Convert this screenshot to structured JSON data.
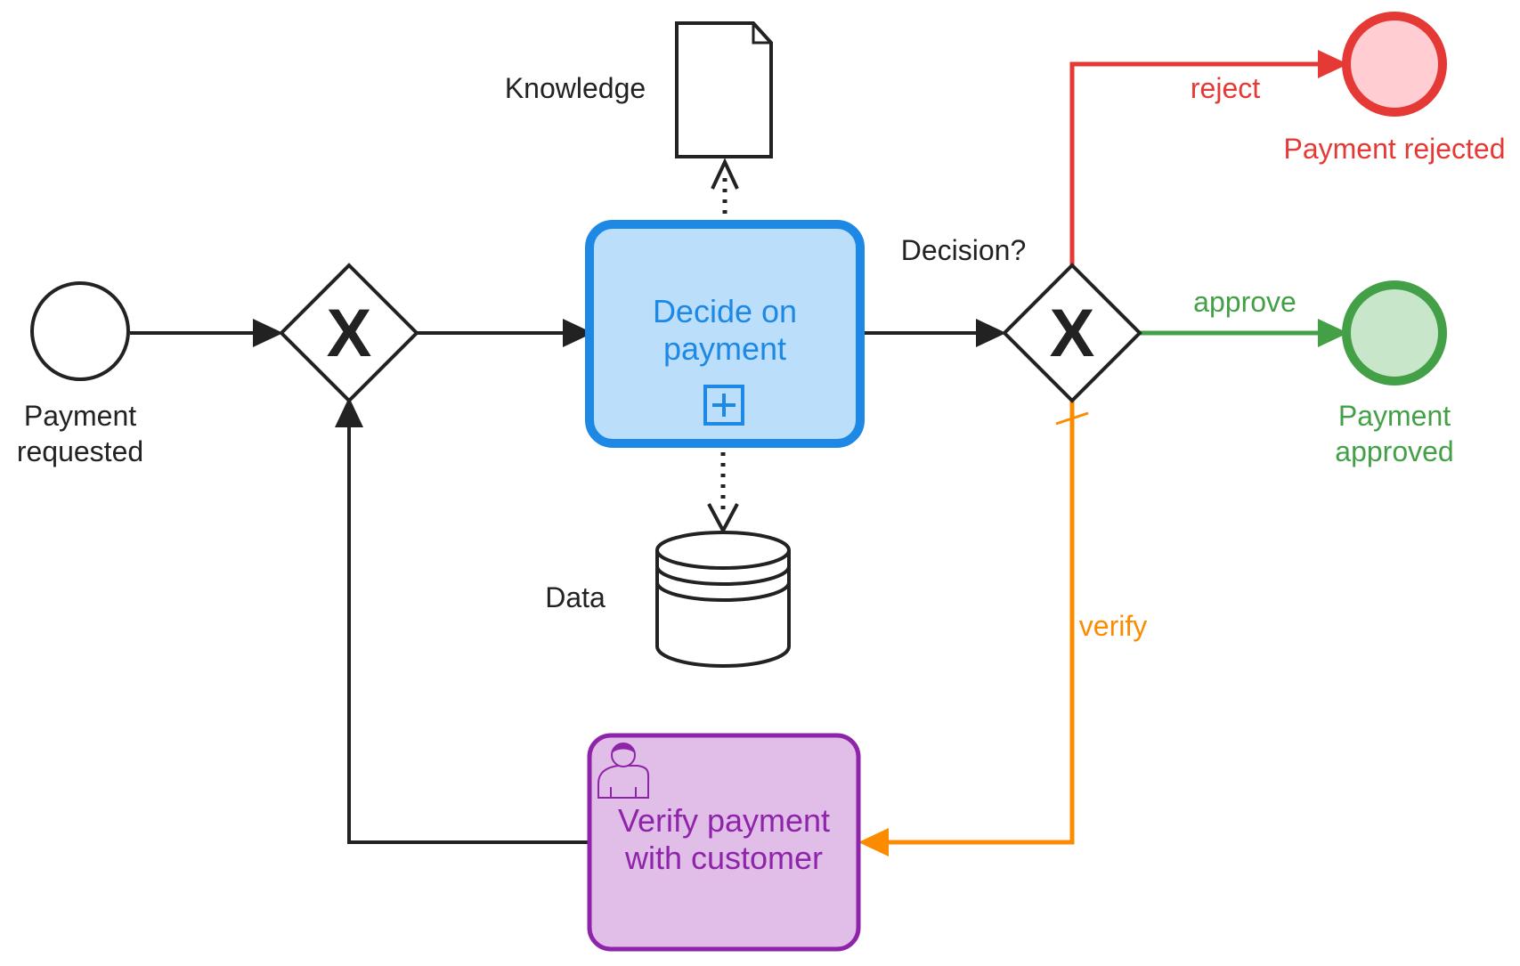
{
  "diagram": {
    "start_event": {
      "label_line1": "Payment",
      "label_line2": "requested"
    },
    "merge_gateway": {
      "symbol": "X"
    },
    "decide_task": {
      "label_line1": "Decide on",
      "label_line2": "payment",
      "marker": "subprocess-plus-icon"
    },
    "knowledge": {
      "label": "Knowledge"
    },
    "data_store": {
      "label": "Data"
    },
    "decision_gateway": {
      "label": "Decision?",
      "symbol": "X"
    },
    "flows": {
      "reject": "reject",
      "approve": "approve",
      "verify": "verify"
    },
    "end_rejected": {
      "label": "Payment rejected"
    },
    "end_approved": {
      "label_line1": "Payment",
      "label_line2": "approved"
    },
    "verify_task": {
      "label_line1": "Verify payment",
      "label_line2": "with customer",
      "marker": "user-icon"
    }
  },
  "colors": {
    "blue": "#1e88e5",
    "blue_fill": "#bbdefb",
    "purple": "#8e24aa",
    "purple_fill": "#e1bee7",
    "red": "#e53935",
    "red_fill": "#ffcdd2",
    "green": "#43a047",
    "green_fill": "#c8e6c9",
    "orange": "#fb8c00",
    "dark": "#222222"
  }
}
